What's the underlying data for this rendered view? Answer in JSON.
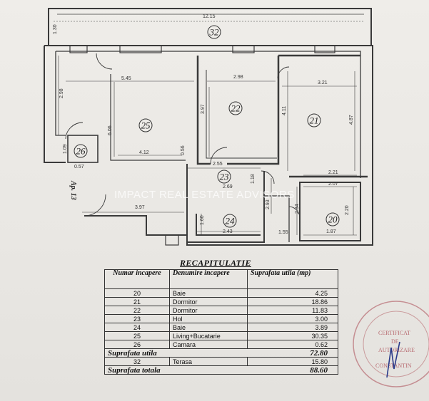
{
  "plan": {
    "rooms": [
      {
        "number": "32",
        "name": "Terasa"
      },
      {
        "number": "25",
        "name": "Living+Bucatarie"
      },
      {
        "number": "22",
        "name": "Dormitor"
      },
      {
        "number": "21",
        "name": "Dormitor"
      },
      {
        "number": "23",
        "name": "Hol"
      },
      {
        "number": "24",
        "name": "Baie"
      },
      {
        "number": "20",
        "name": "Baie"
      },
      {
        "number": "26",
        "name": "Camara"
      }
    ],
    "dimensions": {
      "terrace_length": "12.15",
      "terrace_depth": "1.30",
      "living_width": "5.45",
      "living_height": "2.98",
      "living_depth": "6.06",
      "living_inner": "4.12",
      "living_bottom": "3.97",
      "bed22_width": "2.98",
      "bed22_height": "3.97",
      "bed22_bottom": "2.55",
      "bed21_width": "3.21",
      "bed21_height": "4.87",
      "bed21_left": "4.11",
      "bed21_bottom": "2.21",
      "hall_width": "2.69",
      "hall_height": "1.18",
      "hall_side": "2.93",
      "bath24_width": "2.43",
      "bath24_height": "1.60",
      "bath20_width": "1.87",
      "bath20_top": "2.07",
      "bath20_height": "2.20",
      "bath20_side": "2.34",
      "gap_bottom": "1.55",
      "divider": "0.56",
      "pantry_width": "0.57",
      "pantry_height": "1.09"
    },
    "apartment_label": "Ap. 13",
    "watermark": "IMPACT REAL ESTATE ADVISORS"
  },
  "recap": {
    "title": "RECAPITULATIE",
    "headers": {
      "number": "Numar incapere",
      "name": "Denumire incapere",
      "area": "Suprafata utila (mp)"
    },
    "rows": [
      {
        "number": "20",
        "name": "Baie",
        "area": "4.25"
      },
      {
        "number": "21",
        "name": "Dormitor",
        "area": "18.86"
      },
      {
        "number": "22",
        "name": "Dormitor",
        "area": "11.83"
      },
      {
        "number": "23",
        "name": "Hol",
        "area": "3.00"
      },
      {
        "number": "24",
        "name": "Baie",
        "area": "3.89"
      },
      {
        "number": "25",
        "name": "Living+Bucatarie",
        "area": "30.35"
      },
      {
        "number": "26",
        "name": "Camara",
        "area": "0.62"
      }
    ],
    "useful_label": "Suprafata utila",
    "useful_value": "72.80",
    "terrace": {
      "number": "32",
      "name": "Terasa",
      "area": "15.80"
    },
    "total_label": "Suprafata totala",
    "total_value": "88.60"
  },
  "stamp": {
    "line1": "CERTIFICAT",
    "line2": "DE",
    "line3": "AUTORIZARE",
    "line4": "CONSTANTIN"
  },
  "colors": {
    "wall": "#3a3a3a",
    "paper": "#ebe9e5",
    "stamp": "#b76a70"
  }
}
